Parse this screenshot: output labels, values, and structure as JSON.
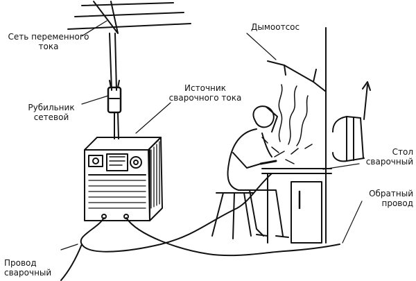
{
  "labels": {
    "network": {
      "line1": "Сеть переменного",
      "line2": "тока"
    },
    "switch": {
      "line1": "Рубильник",
      "line2": "сетевой"
    },
    "source": {
      "line1": "Источник",
      "line2": "сварочного тока"
    },
    "fume": {
      "line1": "Дымоотсос"
    },
    "table": {
      "line1": "Стол",
      "line2": "сварочный"
    },
    "return": {
      "line1": "Обратный",
      "line2": "провод"
    },
    "cable": {
      "line1": "Провод",
      "line2": "сварочный"
    }
  },
  "colors": {
    "ink": "#111111",
    "background": "#ffffff"
  }
}
